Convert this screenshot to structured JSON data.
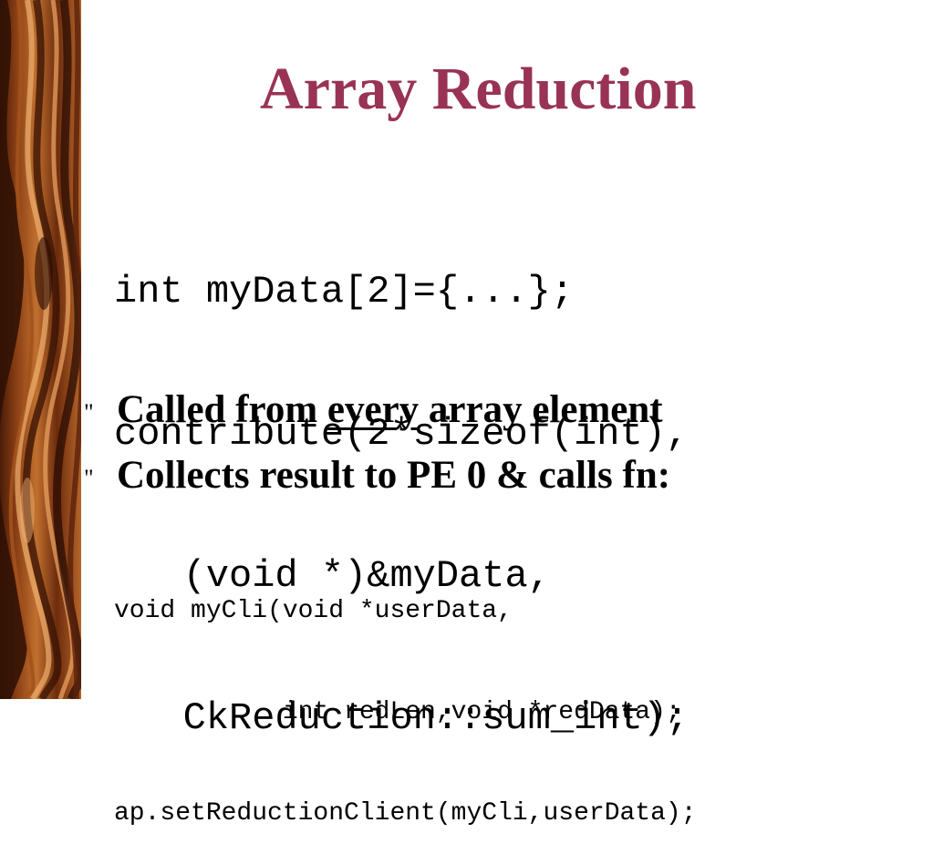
{
  "slide": {
    "title": "Array Reduction",
    "code_top": [
      "int myData[2]={...};",
      "contribute(2*sizeof(int),",
      "   (void *)&myData,",
      "   CkReduction::sum_int);"
    ],
    "bullets": [
      {
        "marker": "\"",
        "text_before": "Called from ",
        "text_emphasis": "every",
        "text_after": " array element"
      },
      {
        "marker": "\"",
        "text": "Collects result to PE 0 & calls fn:"
      }
    ],
    "code_bottom": [
      "void myCli(void *userData,",
      "           int redLen,void *redData);",
      "ap.setReductionClient(myCli,userData);"
    ],
    "colors": {
      "title": "#993355",
      "wood_dark": "#3a1405",
      "wood_light": "#d9925a"
    }
  }
}
